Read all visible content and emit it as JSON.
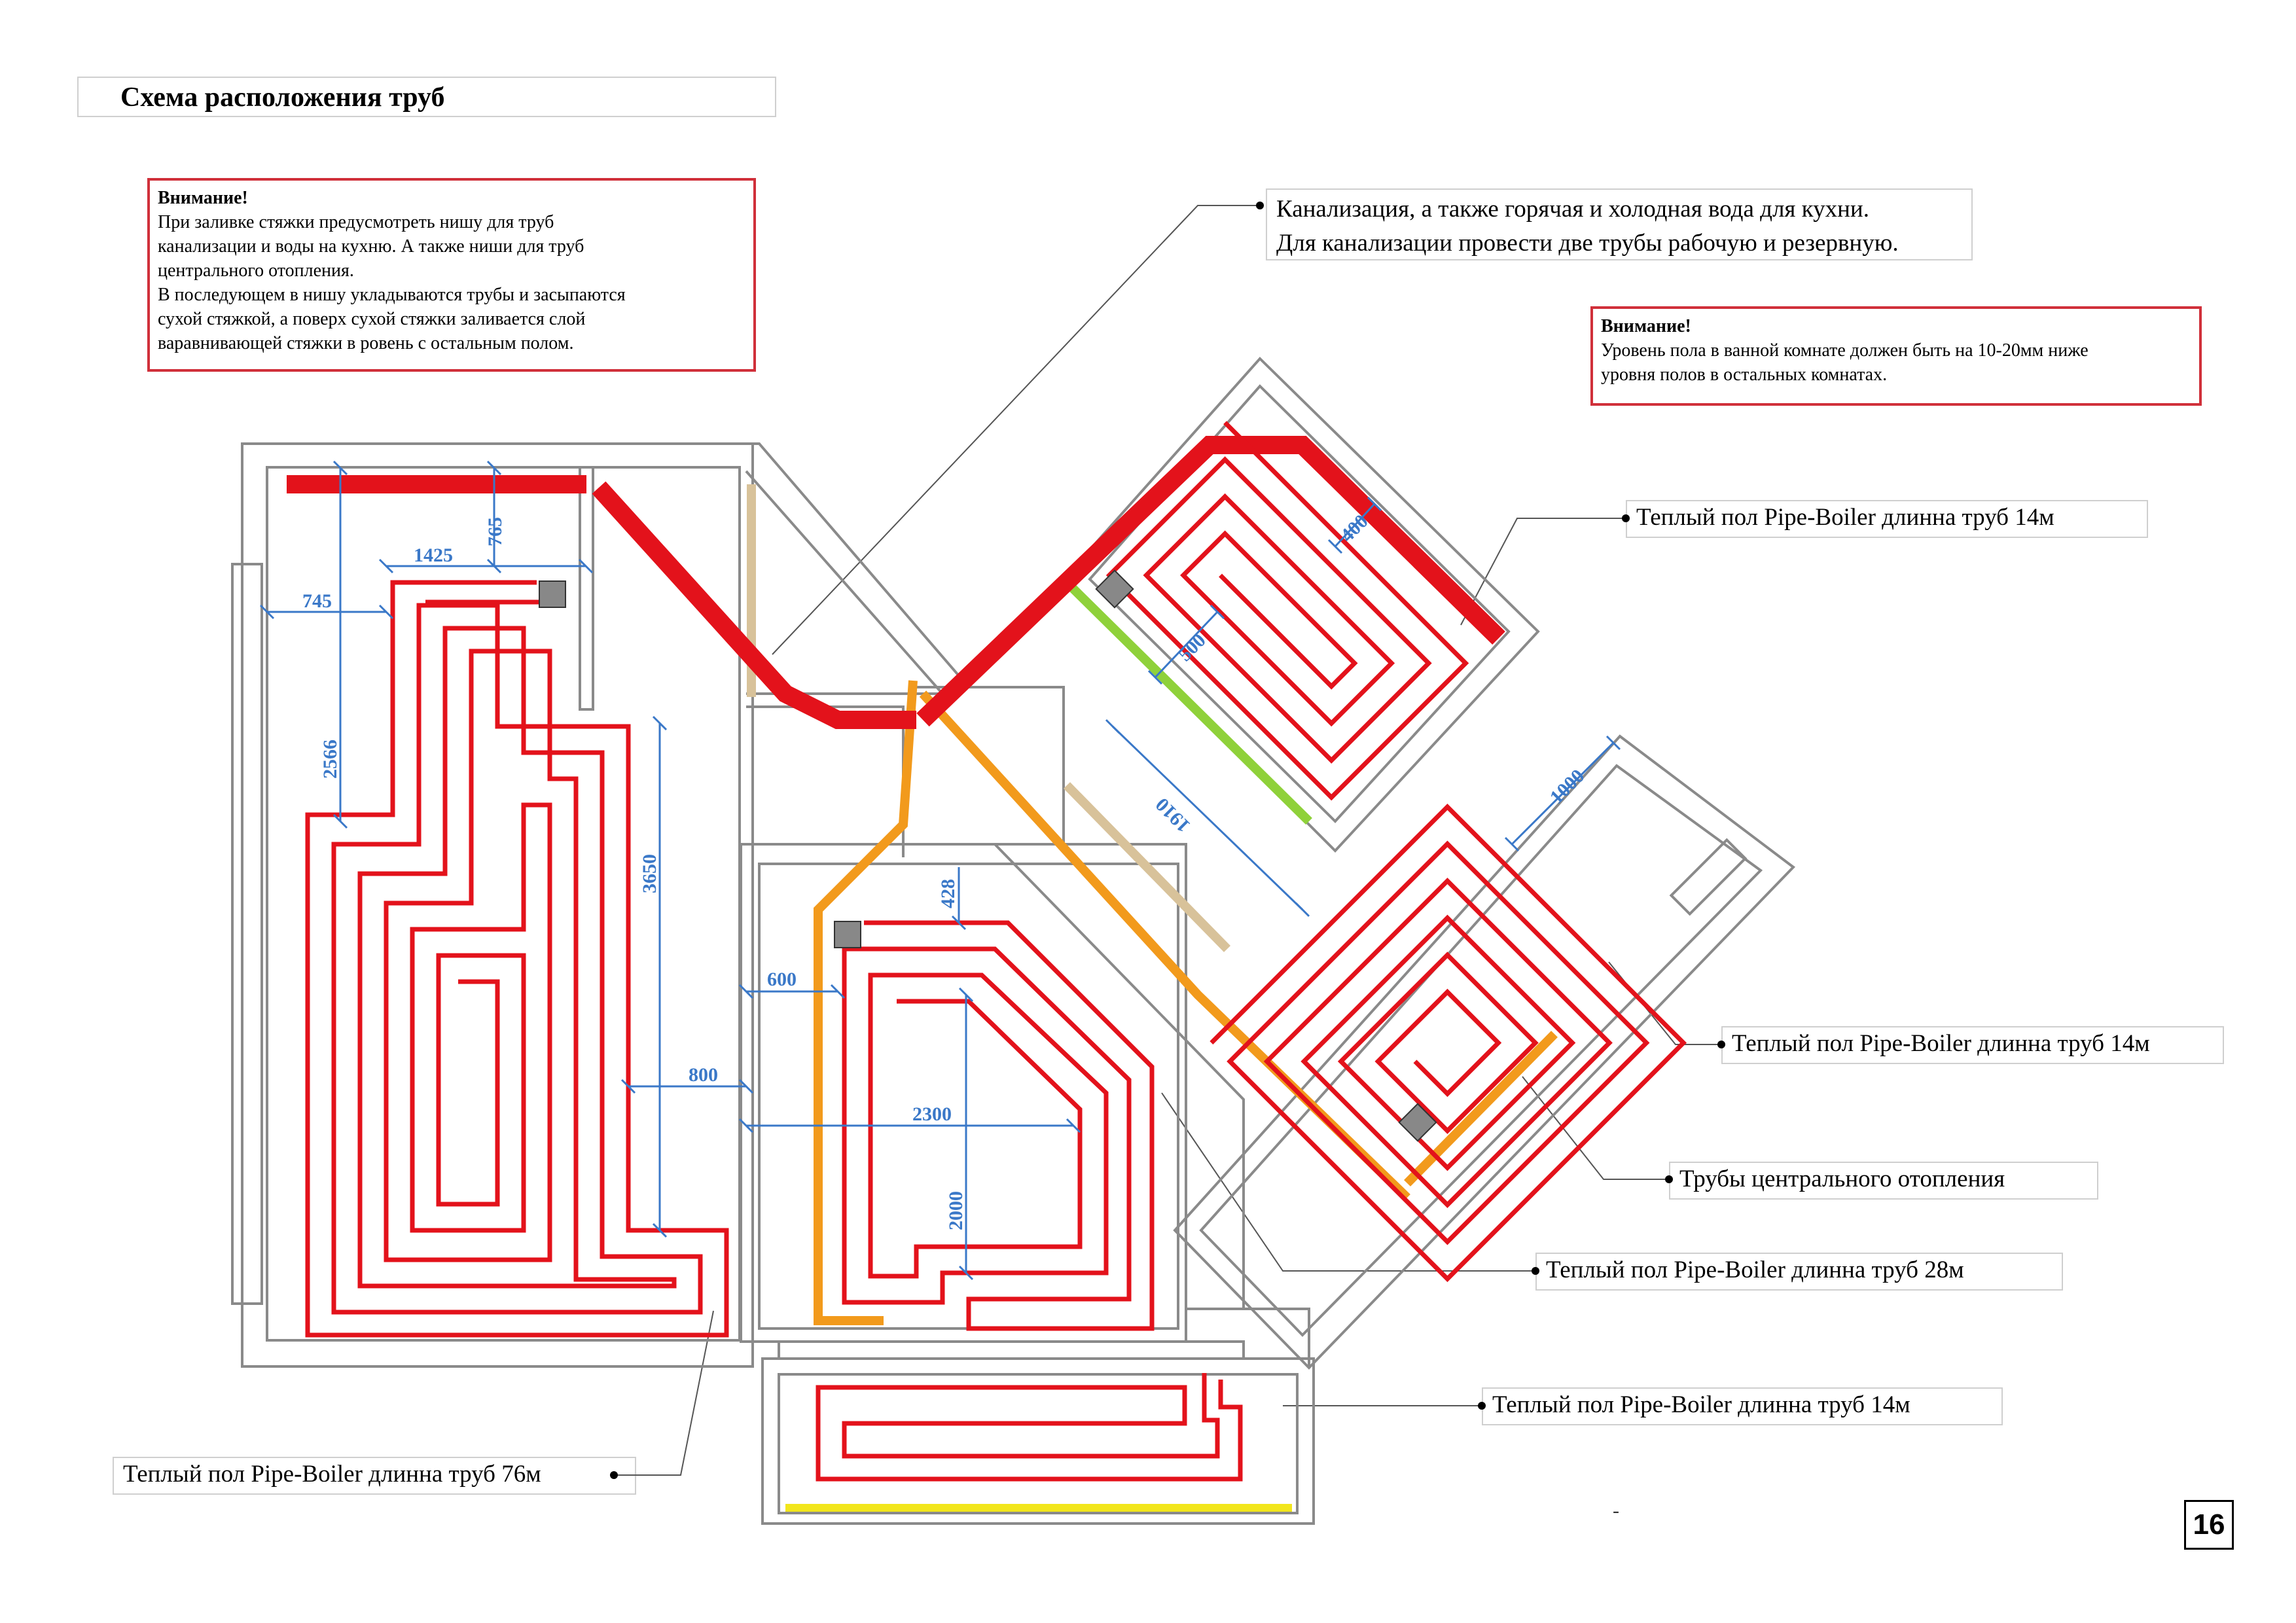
{
  "title": "Схема расположения труб",
  "note_left": {
    "heading": "Внимание!",
    "lines": [
      "При заливке стяжки предусмотреть нишу для труб",
      "канализации и воды на кухню. А также ниши для труб",
      "центрального отопления.",
      "В последующем в нишу укладываются трубы и засыпаются",
      "сухой стяжкой, а поверх сухой стяжки заливается слой",
      "варавнивающей стяжки в ровень с остальным полом."
    ]
  },
  "note_right": {
    "heading": "Внимание!",
    "lines": [
      "Уровень пола в ванной комнате должен быть на 10-20мм ниже",
      "уровня полов в остальных комнатах."
    ]
  },
  "callouts": {
    "sewer_line1": "Канализация, а также горячая и холодная вода для кухни.",
    "sewer_line2": "Для канализации провести две трубы рабочую и резервную.",
    "bath": "Теплый пол Pipe-Boiler длинна труб 14м",
    "room_right": "Теплый пол Pipe-Boiler длинна труб 14м",
    "central_heating": "Трубы центрального отопления",
    "room_mid": "Теплый пол Pipe-Boiler длинна труб 28м",
    "balcony": "Теплый пол Pipe-Boiler длинна труб 14м",
    "room_left": "Теплый пол Pipe-Boiler длинна труб 76м"
  },
  "dimensions": {
    "d765": "765",
    "d1425": "1425",
    "d745": "745",
    "d2566": "2566",
    "d3650": "3650",
    "d800": "800",
    "d600": "600",
    "d428": "428",
    "d2300": "2300",
    "d2000": "2000",
    "d500": "500",
    "d400": "400",
    "d1910": "1910",
    "d1000": "1000"
  },
  "colors": {
    "floor_heating_pipe": "#e3121b",
    "central_heating_pipe": "#f29a1c",
    "wall": "#888888",
    "dimension": "#3a78c8",
    "green_partition": "#8fd13a",
    "tan_partition": "#d8c29a",
    "riser_box": "#888888",
    "balcony_strip": "#f2e61c",
    "note_border": "#d0303a"
  },
  "page_number": "16",
  "dash_mark": "-"
}
